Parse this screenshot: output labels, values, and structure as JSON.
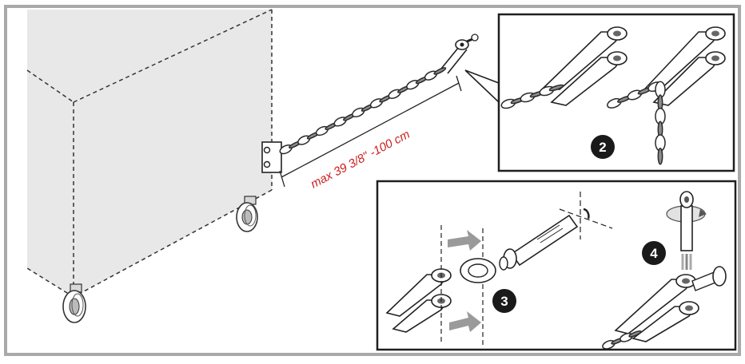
{
  "diagram": {
    "measurement_label": "max 39 3/8\" -100 cm",
    "steps": [
      "2",
      "3",
      "4"
    ]
  },
  "colors": {
    "frame": "#a9a9a9",
    "cabinet_fill": "#e8e8e8",
    "panel_border": "#1f1f1f",
    "measurement_red": "#cc1f1f",
    "line_dark": "#2a2a2a",
    "chain_grey": "#8c8c8c",
    "arrow_grey": "#9a9a9a"
  }
}
